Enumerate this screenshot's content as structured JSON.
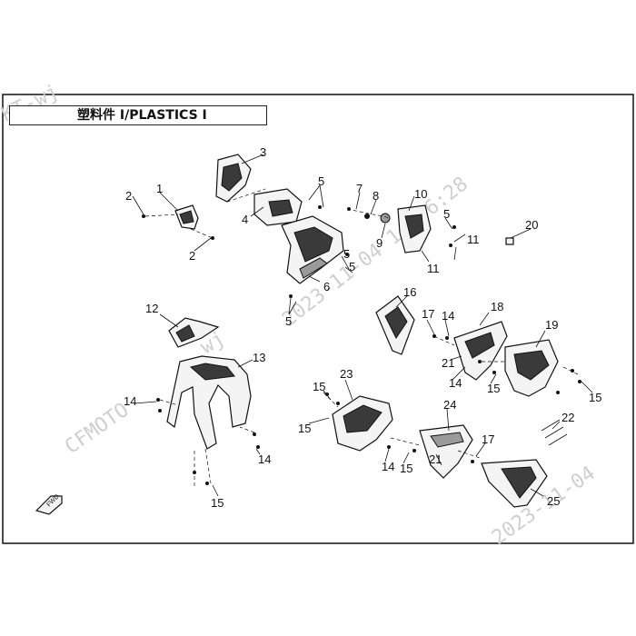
{
  "title": {
    "text": "塑料件 Ⅰ/PLASTICS Ⅰ"
  },
  "watermarks": {
    "corner_top": "KT-wj",
    "corner_left": "CFMOTO",
    "stamp_center": "2023-11-04 14:46:28",
    "stamp_middle": "wj",
    "stamp_right": "2023-11-04"
  },
  "callouts": {
    "c1": "1",
    "c2a": "2",
    "c2b": "2",
    "c3": "3",
    "c4": "4",
    "c5a": "5",
    "c5b": "5",
    "c5c": "5",
    "c5d": "5",
    "c5e": "5",
    "c6": "6",
    "c7": "7",
    "c8": "8",
    "c9": "9",
    "c10": "10",
    "c11a": "11",
    "c11b": "11",
    "c12": "12",
    "c13": "13",
    "c14a": "14",
    "c14b": "14",
    "c14c": "14",
    "c14d": "14",
    "c14e": "14",
    "c15a": "15",
    "c15b": "15",
    "c15c": "15",
    "c15d": "15",
    "c15e": "15",
    "c16": "16",
    "c17a": "17",
    "c17b": "17",
    "c18": "18",
    "c19": "19",
    "c20": "20",
    "c21a": "21",
    "c21b": "21",
    "c22": "22",
    "c23": "23",
    "c24": "24",
    "c25": "25"
  },
  "fwd_arrow": {
    "label": "FWD"
  }
}
